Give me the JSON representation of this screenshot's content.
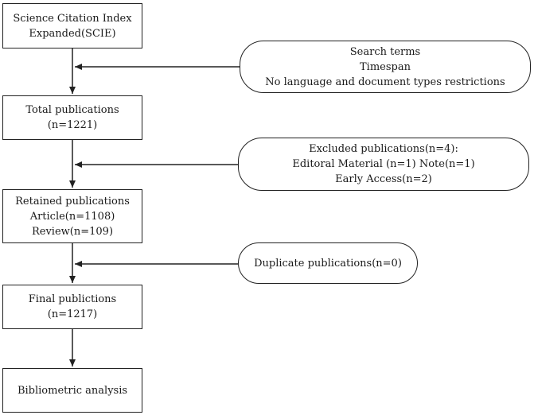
{
  "steps": {
    "source": {
      "line1": "Science Citation Index",
      "line2": "Expanded(SCIE)"
    },
    "total": {
      "line1": "Total publications",
      "line2": "(n=1221)"
    },
    "retained": {
      "line1": "Retained publications",
      "line2": "Article(n=1108)",
      "line3": "Review(n=109)"
    },
    "final": {
      "line1": "Final publictions",
      "line2": "(n=1217)"
    },
    "analysis": {
      "line1": "Bibliometric analysis"
    }
  },
  "side_notes": {
    "search": {
      "line1": "Search terms",
      "line2": "Timespan",
      "line3": "No language and document types restrictions"
    },
    "excluded": {
      "line1": "Excluded publications(n=4):",
      "line2": "Editoral Material (n=1) Note(n=1)",
      "line3": "Early Access(n=2)"
    },
    "duplicate": {
      "line1": "Duplicate publications(n=0)"
    }
  }
}
